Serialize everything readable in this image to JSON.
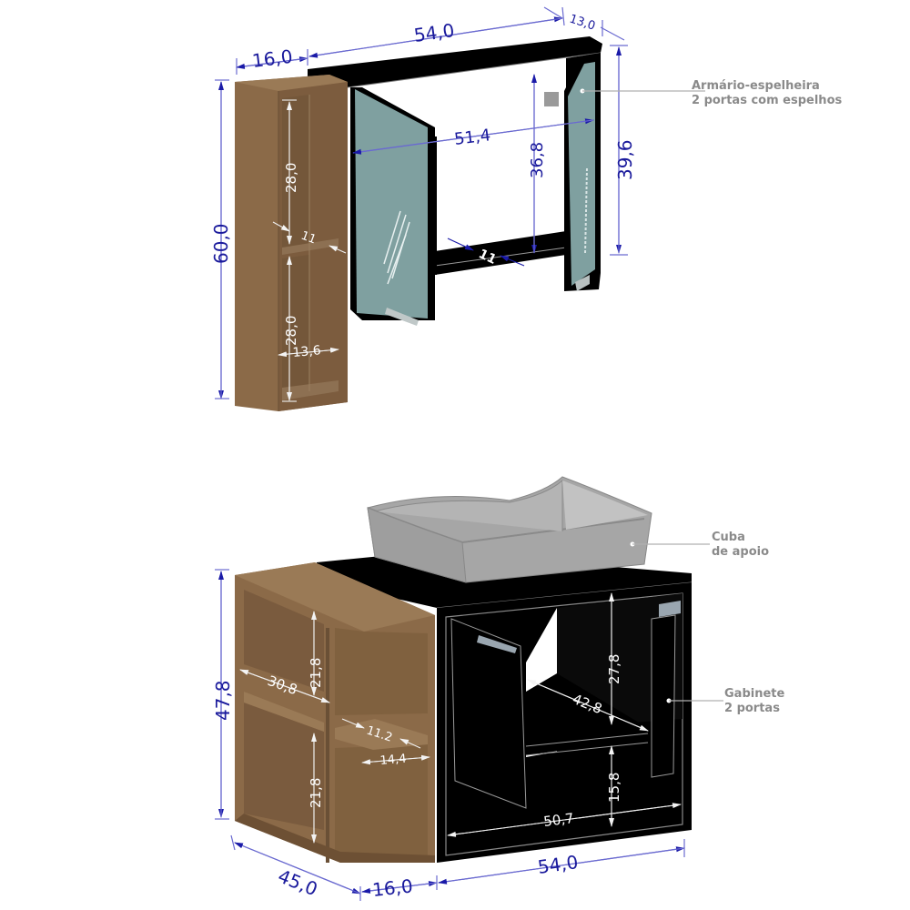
{
  "diagram": {
    "type": "furniture-dimension-drawing",
    "units": "cm",
    "colors": {
      "dimension_blue": "#1a1a9c",
      "wood": "#8b6a48",
      "wood_dark": "#7a5a3c",
      "black_panel": "#000000",
      "mirror": "#7f9e9e",
      "basin": "#a8a8a8",
      "callout_gray": "#8a8a8a"
    }
  },
  "upper_unit": {
    "callout": {
      "line1": "Armário-espelheira",
      "line2": "2 portas com espelhos"
    },
    "dimensions": {
      "side_shelf_width": "16,0",
      "cabinet_width": "54,0",
      "cabinet_depth": "13,0",
      "total_height": "60,0",
      "cabinet_height": "39,6",
      "inner_height": "36,8",
      "inner_width": "51,4",
      "shelf_top_height": "28,0",
      "shelf_bottom_height": "28,0",
      "shelf_depth": "11",
      "shelf_inner_width": "13,6",
      "cabinet_inner_depth": "11"
    }
  },
  "lower_unit": {
    "callouts": {
      "basin_line1": "Cuba",
      "basin_line2": "de apoio",
      "cabinet_line1": "Gabinete",
      "cabinet_line2": "2 portas"
    },
    "dimensions": {
      "total_height": "47,8",
      "depth": "45,0",
      "side_width": "16,0",
      "cabinet_width": "54,0",
      "shelf_depth": "30,8",
      "niche_top_height": "21,8",
      "niche_bottom_height": "21,8",
      "small_shelf_depth": "11.2",
      "small_shelf_width": "14,4",
      "cabinet_upper_height": "27,8",
      "cabinet_lower_height": "15,8",
      "cabinet_shelf_depth": "42,8",
      "cabinet_inner_width": "50,7"
    }
  }
}
